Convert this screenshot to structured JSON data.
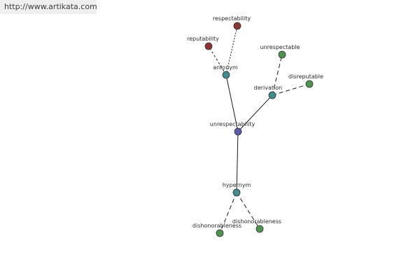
{
  "banner": {
    "url": "http://www.artikata.com"
  },
  "colors": {
    "root": "#5a5aa8",
    "relation": "#3f8d8d",
    "antonym_leaf": "#8a3434",
    "leaf": "#4e944e",
    "edge": "#1a1a1a"
  },
  "nodes": {
    "root": {
      "label": "unrespectability"
    },
    "antonym": {
      "label": "antonym"
    },
    "derivation": {
      "label": "derivation"
    },
    "hypernym": {
      "label": "hypernym"
    },
    "respectability": {
      "label": "respectability"
    },
    "reputability": {
      "label": "reputability"
    },
    "unrespectable": {
      "label": "unrespectable"
    },
    "disreputable": {
      "label": "disreputable"
    },
    "dishonorableness_1": {
      "label": "dishonorableness"
    },
    "dishonorableness_2": {
      "label": "dishonorableness"
    }
  }
}
